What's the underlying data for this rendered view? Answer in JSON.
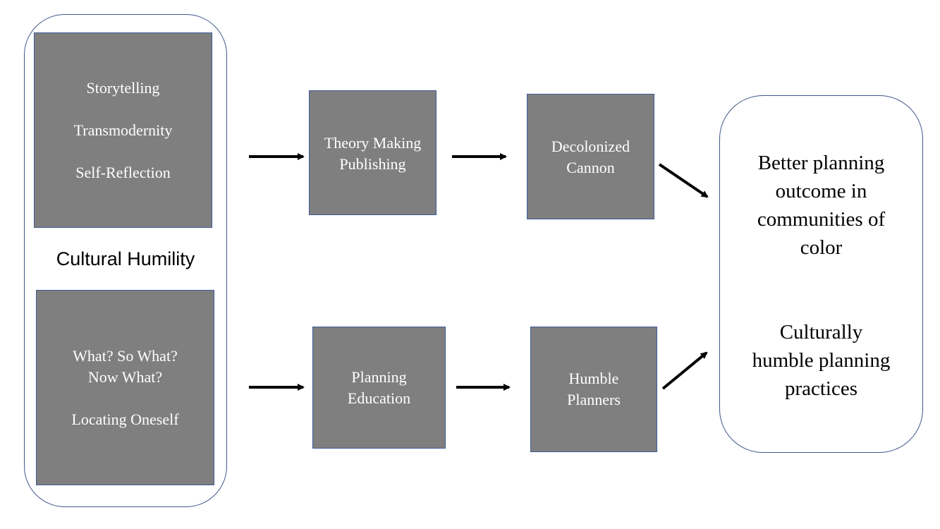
{
  "left_group": {
    "title": "Cultural Humility",
    "top_box": {
      "items": [
        "Storytelling",
        "Transmodernity",
        "Self-Reflection"
      ]
    },
    "bottom_box": {
      "question_lines": [
        "What? So What?",
        "Now What?"
      ],
      "item": "Locating Oneself"
    }
  },
  "top_row": {
    "box1_lines": [
      "Theory Making",
      "Publishing"
    ],
    "box2_lines": [
      "Decolonized",
      "Cannon"
    ]
  },
  "bottom_row": {
    "box1_lines": [
      "Planning",
      "Education"
    ],
    "box2_lines": [
      "Humble",
      "Planners"
    ]
  },
  "outcome": {
    "lines_1": [
      "Better planning",
      "outcome in",
      "communities of",
      "color"
    ],
    "lines_2": [
      "Culturally",
      "humble planning",
      "practices"
    ]
  },
  "colors": {
    "box_fill": "#7f7f7f",
    "box_border": "#3e5a96",
    "container_border": "#41578a",
    "arrow": "#000000"
  }
}
